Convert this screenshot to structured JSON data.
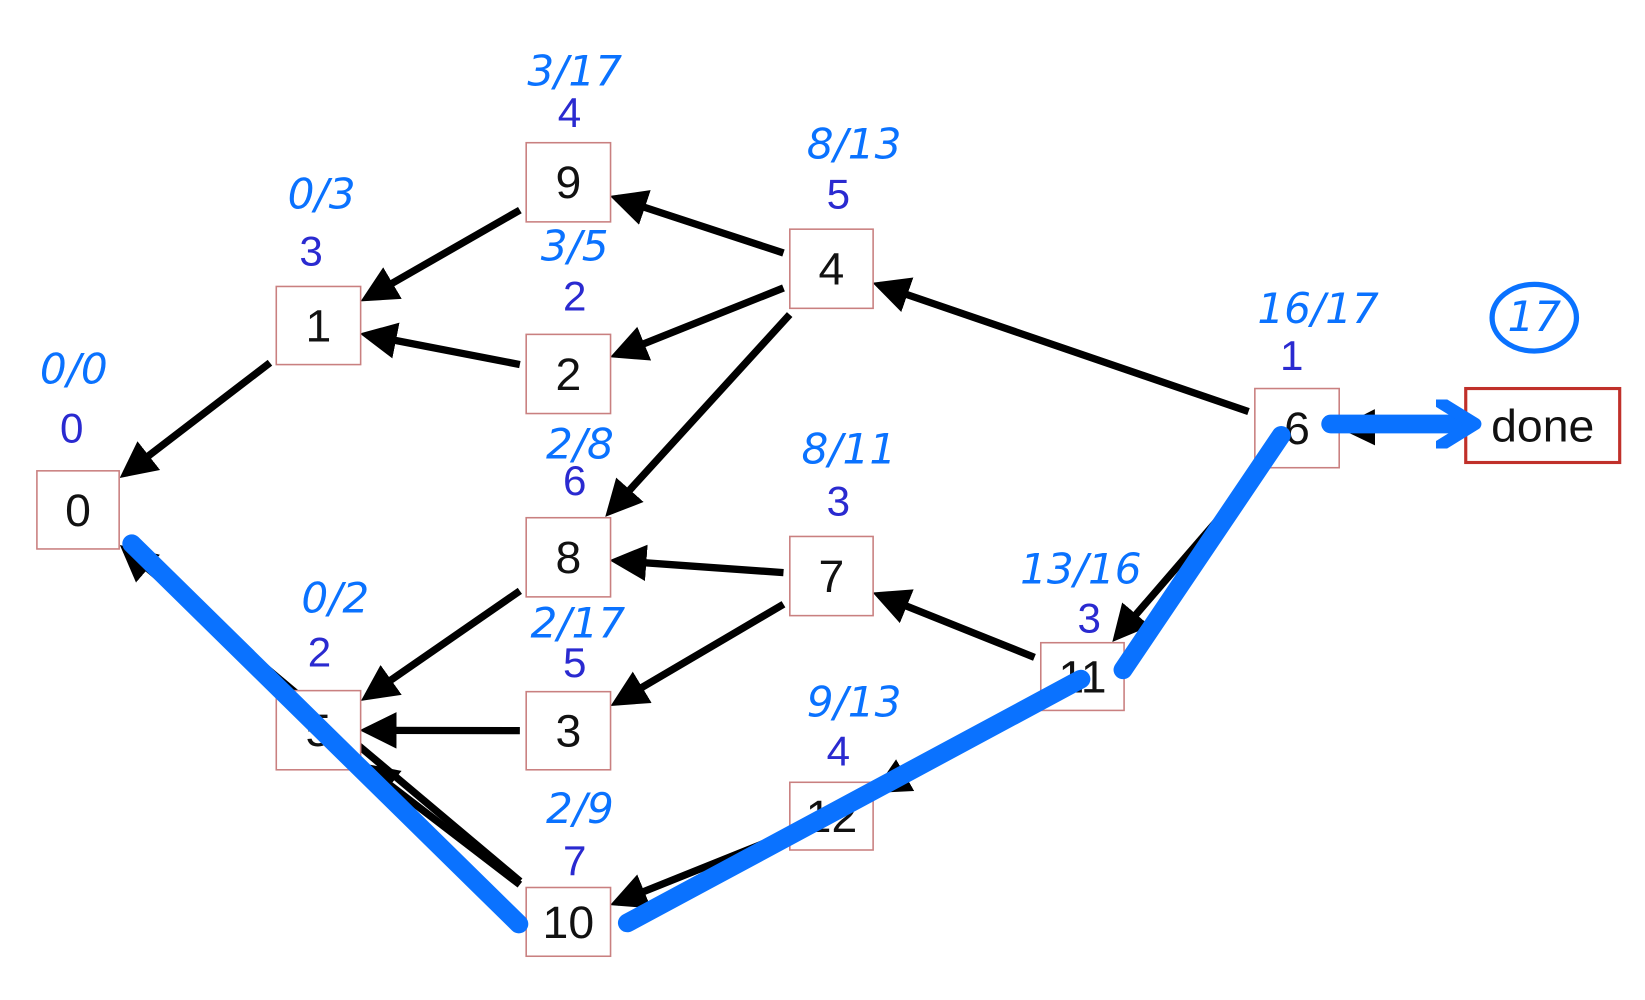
{
  "colors": {
    "highlight": "#0a72ff",
    "distance": "#2a2ad0",
    "node_border": "#c98080",
    "final_border": "#c0302a"
  },
  "nodes": [
    {
      "id": "0",
      "label": "0",
      "dist": "0",
      "annot": "0/0"
    },
    {
      "id": "1",
      "label": "1",
      "dist": "3",
      "annot": "0/3"
    },
    {
      "id": "2",
      "label": "2",
      "dist": "2",
      "annot": "3/5"
    },
    {
      "id": "3",
      "label": "3",
      "dist": "5",
      "annot": "2/17"
    },
    {
      "id": "4",
      "label": "4",
      "dist": "5",
      "annot": "8/13"
    },
    {
      "id": "5",
      "label": "5",
      "dist": "2",
      "annot": "0/2"
    },
    {
      "id": "6",
      "label": "6",
      "dist": "1",
      "annot": "16/17"
    },
    {
      "id": "7",
      "label": "7",
      "dist": "3",
      "annot": "8/11"
    },
    {
      "id": "8",
      "label": "8",
      "dist": "6",
      "annot": "2/8"
    },
    {
      "id": "9",
      "label": "9",
      "dist": "4",
      "annot": "3/17"
    },
    {
      "id": "10",
      "label": "10",
      "dist": "7",
      "annot": "2/9"
    },
    {
      "id": "11",
      "label": "11",
      "dist": "3",
      "annot": "13/16"
    },
    {
      "id": "12",
      "label": "12",
      "dist": "4",
      "annot": "9/13"
    },
    {
      "id": "done",
      "label": "done",
      "dist": "",
      "annot": "17"
    }
  ],
  "edges": [
    [
      "9",
      "1"
    ],
    [
      "2",
      "1"
    ],
    [
      "1",
      "0"
    ],
    [
      "4",
      "9"
    ],
    [
      "4",
      "2"
    ],
    [
      "4",
      "8"
    ],
    [
      "6",
      "4"
    ],
    [
      "7",
      "8"
    ],
    [
      "7",
      "3"
    ],
    [
      "8",
      "5"
    ],
    [
      "3",
      "5"
    ],
    [
      "11",
      "7"
    ],
    [
      "11",
      "12"
    ],
    [
      "done",
      "6"
    ],
    [
      "6",
      "11"
    ],
    [
      "10",
      "0"
    ],
    [
      "10",
      "5"
    ],
    [
      "12",
      "10"
    ]
  ],
  "highlight_path": [
    "0",
    "10",
    "11",
    "6",
    "done"
  ]
}
